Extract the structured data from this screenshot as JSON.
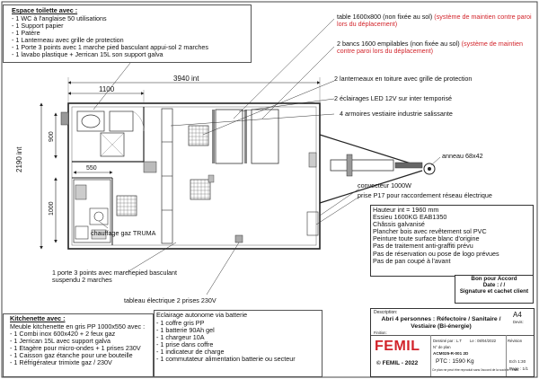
{
  "sanitary": {
    "title": "Espace toilette avec :",
    "items": [
      "- 1 WC à l'anglaise 50 utilisations",
      "- 1 Support papier",
      "- 1 Patère",
      "- 1 Lanterneau avec grille de protection",
      "- 1 Porte 3 points avec 1 marche pied basculant appui-sol 2 marches",
      "- 1 lavabo plastique + Jerrican 15L son support galva"
    ]
  },
  "callouts": {
    "table": {
      "text": "table 1600x800 (non fixée au sol)",
      "red": "(système de maintien contre paroi lors du déplacement)"
    },
    "benches": {
      "text": "2 bancs 1600 empilables (non fixée au sol)",
      "red": "(système de maintien contre paroi lors du déplacement)"
    },
    "skylights": "2 lanterneaux en toiture avec grille de protection",
    "lights": "2 éclairages LED 12V sur inter temporisé",
    "lockers": "4 armoires vestiaire industrie salissante",
    "ring": "anneau 68x42",
    "convector": "convecteur 1000W",
    "socket": "prise P17 pour raccordement réseau électrique",
    "heater": "chauffage gaz TRUMA",
    "door": "1 porte 3 points avec marchepied basculant suspendu 2 marches",
    "panel": "tableau électrique 2 prises 230V"
  },
  "dimensions": {
    "len_small": "1100",
    "len_total": "3940 int",
    "width_total": "2190 int",
    "d900": "900",
    "d550": "550",
    "d1000": "1000"
  },
  "specs": [
    "Hauteur int = 1960 mm",
    "Essieu 1600KG EAB1350",
    "Châssis galvanisé",
    "Plancher bois avec revêtement sol PVC",
    "Peinture toute surface blanc d'origine",
    "Pas de traitement anti-graffiti prévu",
    "Pas de réservation ou pose de logo prévues",
    "Pas de pan coupé à l'avant"
  ],
  "approval": {
    "line1": "Bon pour Accord",
    "line2": "Date :   /   /",
    "line3": "Signature et cachet client"
  },
  "kitchen": {
    "title": "Kitchenette avec :",
    "items": [
      "Meuble kitchenette en gris PP 1000x550 avec :",
      "- 1 Combi inox 600x420 + 2 feux gaz",
      "- 1 Jerrican 15L avec support galva",
      "- 1 Etagère pour micro-ondes + 1 prises 230V",
      "- 1 Caisson gaz étanche pour une bouteille",
      "- 1 Réfrigérateur trimixte gaz / 230V"
    ]
  },
  "battery": {
    "title": "Eclairage autonome via batterie",
    "items": [
      "- 1 coffre gris PP",
      "- 1 batterie 90Ah gel",
      "- 1 chargeur 10A",
      "- 1 prise dans coffre",
      "- 1 indicateur de charge",
      "- 1 commutateur alimentation batterie ou secteur"
    ]
  },
  "titleblock": {
    "description_label": "Description:",
    "format": "A4",
    "devis_label": "Devis:",
    "description": "Abri 4 personnes : Réfectoire / Sanitaire / Vestiaire (Bi-énergie)",
    "finition_label": "Finition:",
    "brand": "FEMIL",
    "copyright": "© FEMIL - 2022",
    "drawn_by": "Dessiné par : L.T",
    "date": "Le : 08/04/2022",
    "revision_label": "Révision",
    "plan_label": "N° de plan",
    "plan_no": "ACM025-R-001 2D",
    "ptc": "PTC : 1590 Kg",
    "scale": "Ech 1:30",
    "page": "Page : 1/1",
    "note": "Ce plan ne peut être reproduit sans l'accord de la société FEMIL"
  }
}
